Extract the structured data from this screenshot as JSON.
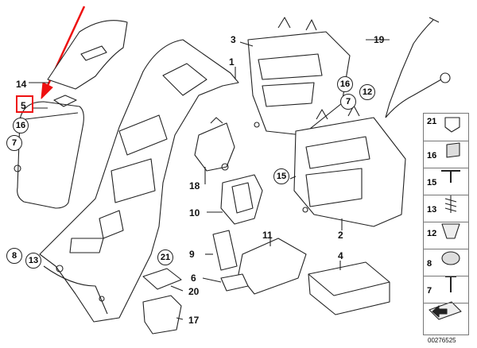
{
  "labels": {
    "l1": "1",
    "l2": "2",
    "l3": "3",
    "l4": "4",
    "l5": "5",
    "l6": "6",
    "l7a": "7",
    "l7b": "7",
    "l8": "8",
    "l9": "9",
    "l10": "10",
    "l11": "11",
    "l12": "12",
    "l13": "13",
    "l14": "14",
    "l15": "15",
    "l16a": "16",
    "l16b": "16",
    "l17": "17",
    "l18": "18",
    "l19": "19",
    "l20": "20",
    "l21": "21"
  },
  "legend": {
    "items": [
      "21",
      "16",
      "15",
      "13",
      "12",
      "8",
      "7",
      ""
    ]
  },
  "catalog_number": "00276525",
  "colors": {
    "highlight": "#e11111",
    "arrow": "#e11111",
    "line": "#222222"
  }
}
